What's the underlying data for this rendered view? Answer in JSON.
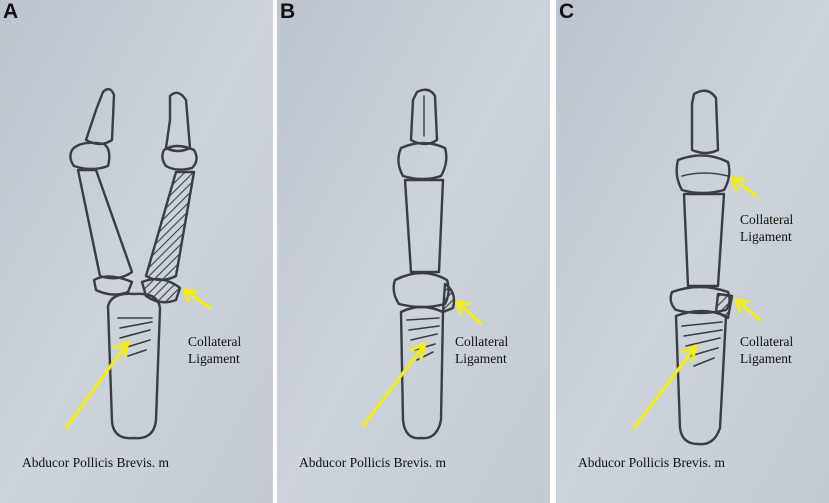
{
  "panels": [
    {
      "letter": "A",
      "ligament_label": [
        "Collateral",
        "Ligament"
      ],
      "muscle_label": "Abducor Pollicis Brevis. m"
    },
    {
      "letter": "B",
      "ligament_label": [
        "Collateral",
        "Ligament"
      ],
      "muscle_label": "Abducor Pollicis Brevis. m"
    },
    {
      "letter": "C",
      "ligament_labels": [
        [
          "Collateral",
          "Ligament"
        ],
        [
          "Collateral",
          "Ligament"
        ]
      ],
      "muscle_label": "Abducor Pollicis Brevis. m"
    }
  ],
  "colors": {
    "paper": "#c9d0d8",
    "pencil": "#3a3d42",
    "arrow": "#f2ec1a"
  }
}
